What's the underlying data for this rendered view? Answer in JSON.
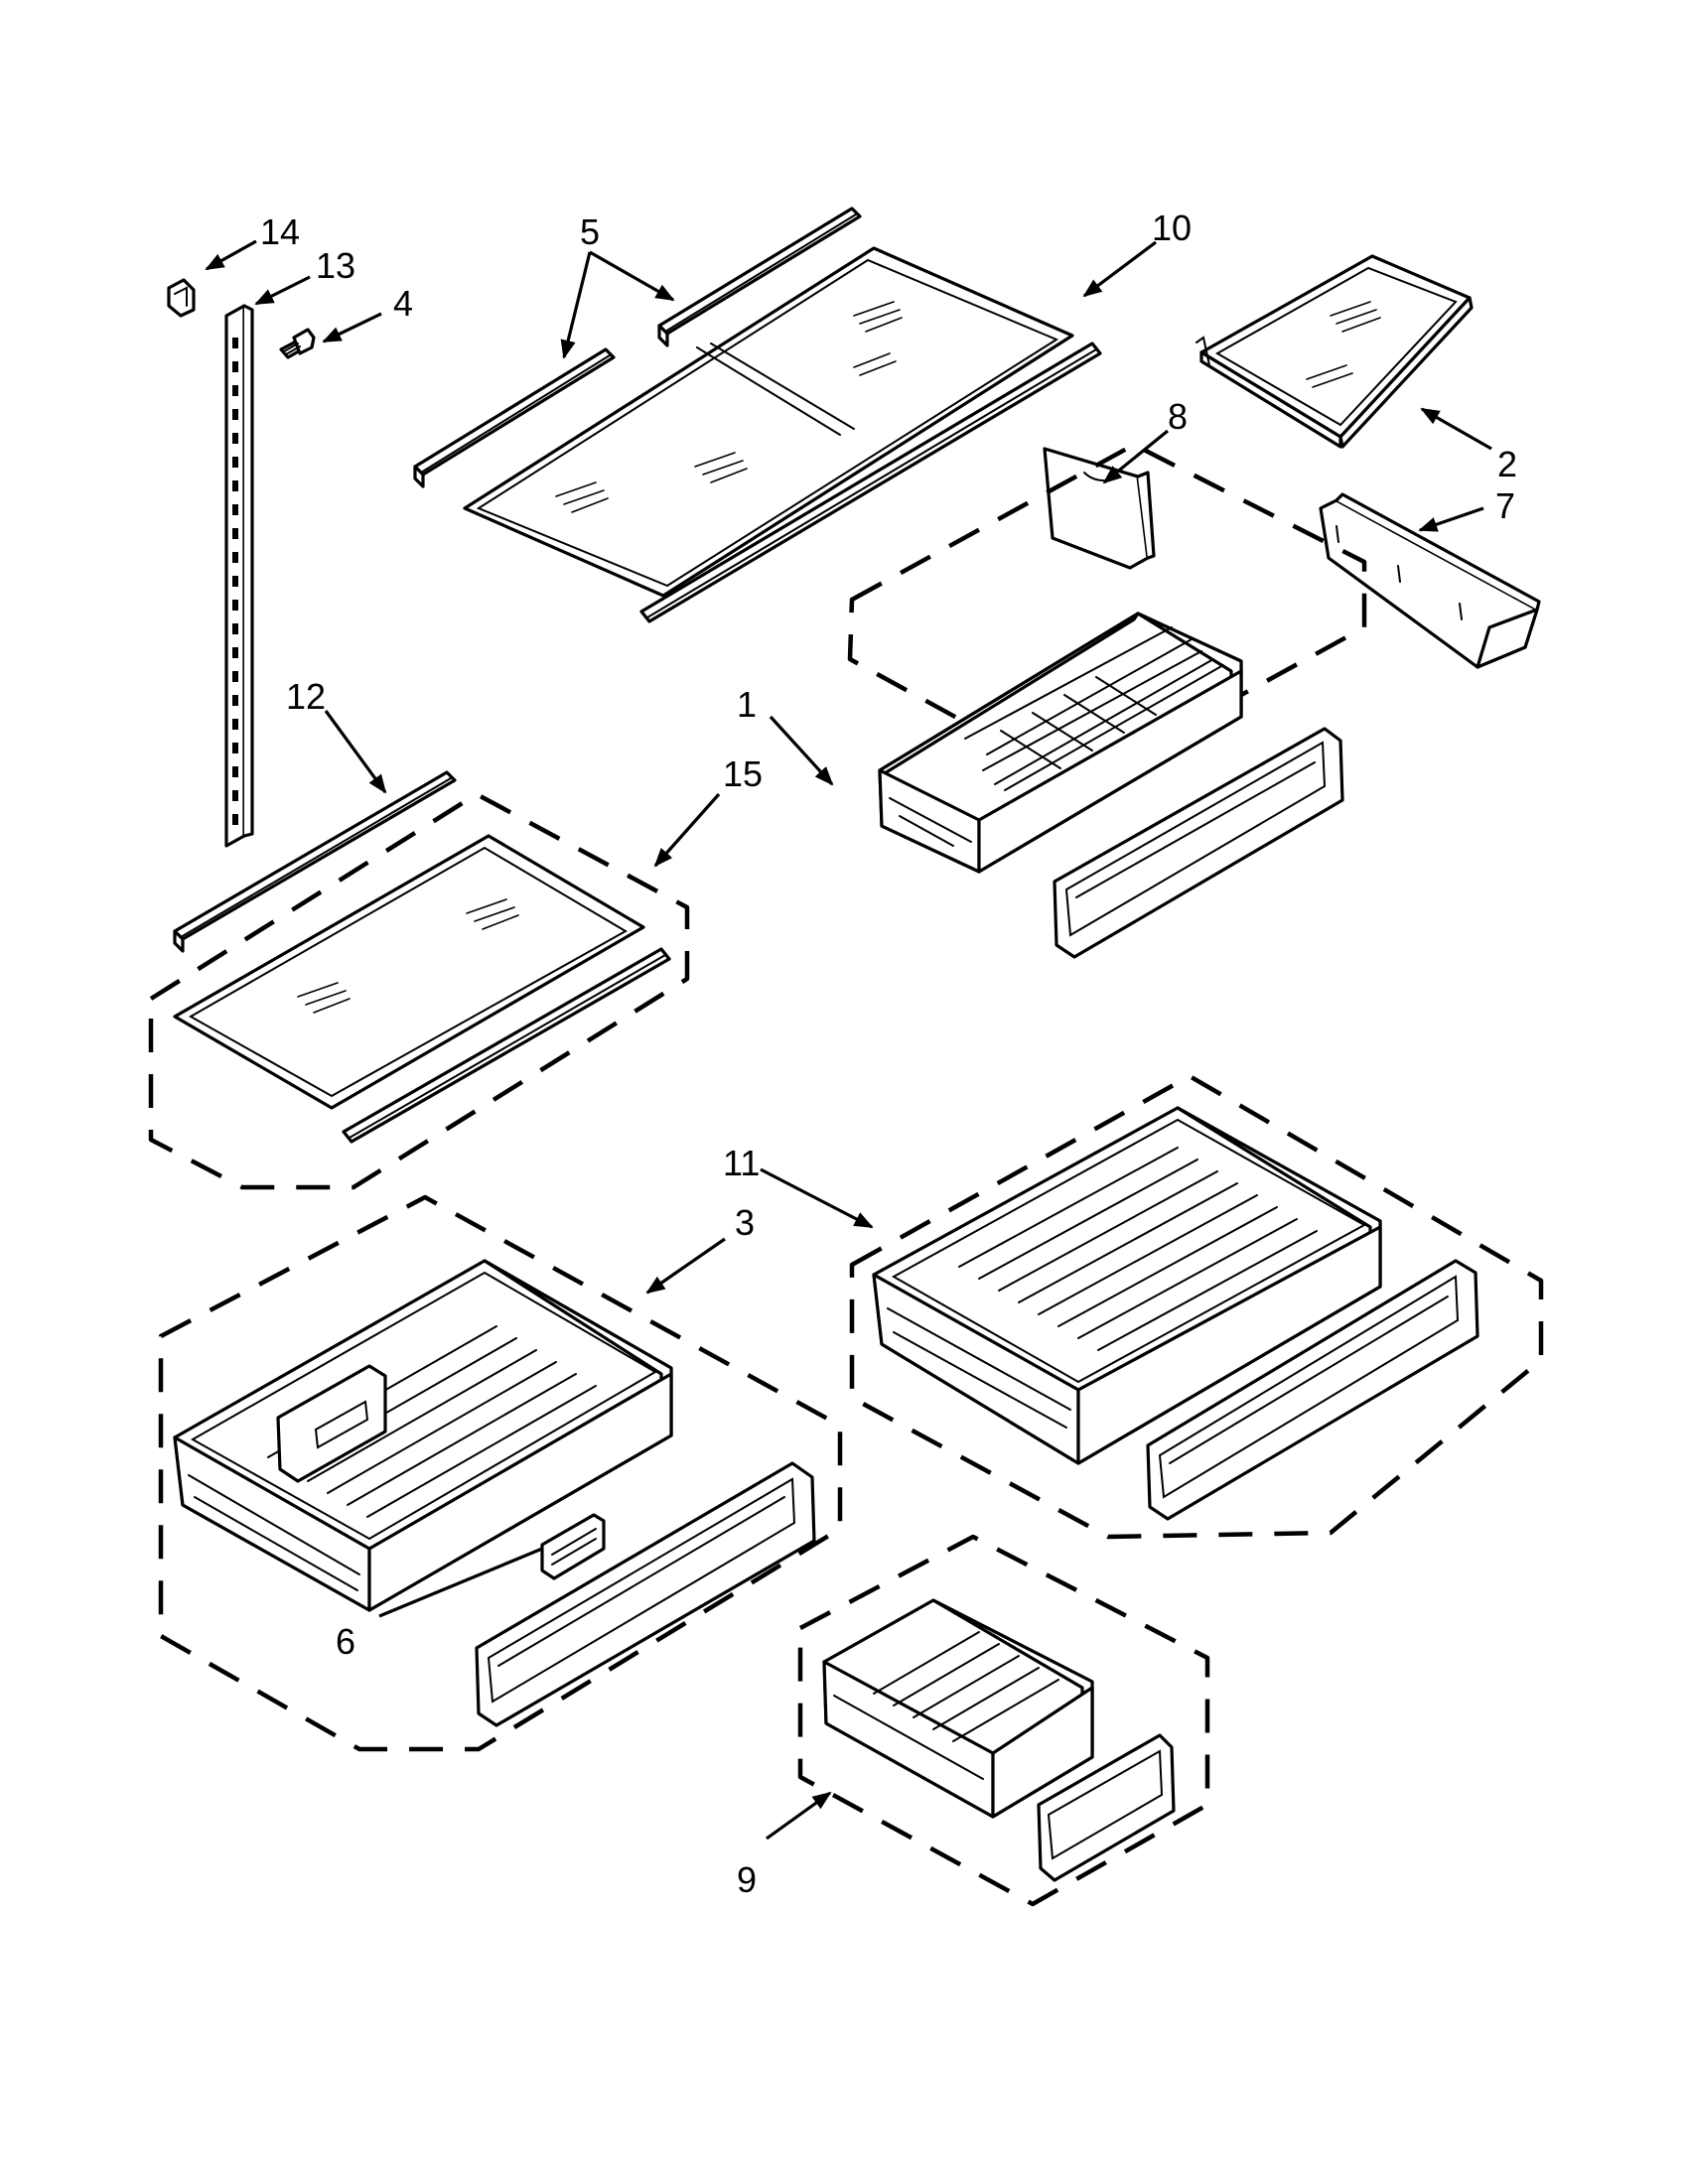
{
  "callouts": [
    {
      "id": "c14",
      "label": "14"
    },
    {
      "id": "c13",
      "label": "13"
    },
    {
      "id": "c4",
      "label": "4"
    },
    {
      "id": "c5",
      "label": "5"
    },
    {
      "id": "c10",
      "label": "10"
    },
    {
      "id": "c8",
      "label": "8"
    },
    {
      "id": "c2",
      "label": "2"
    },
    {
      "id": "c7",
      "label": "7"
    },
    {
      "id": "c1",
      "label": "1"
    },
    {
      "id": "c12",
      "label": "12"
    },
    {
      "id": "c15",
      "label": "15"
    },
    {
      "id": "c11",
      "label": "11"
    },
    {
      "id": "c3",
      "label": "3"
    },
    {
      "id": "c6",
      "label": "6"
    },
    {
      "id": "c9",
      "label": "9"
    }
  ]
}
